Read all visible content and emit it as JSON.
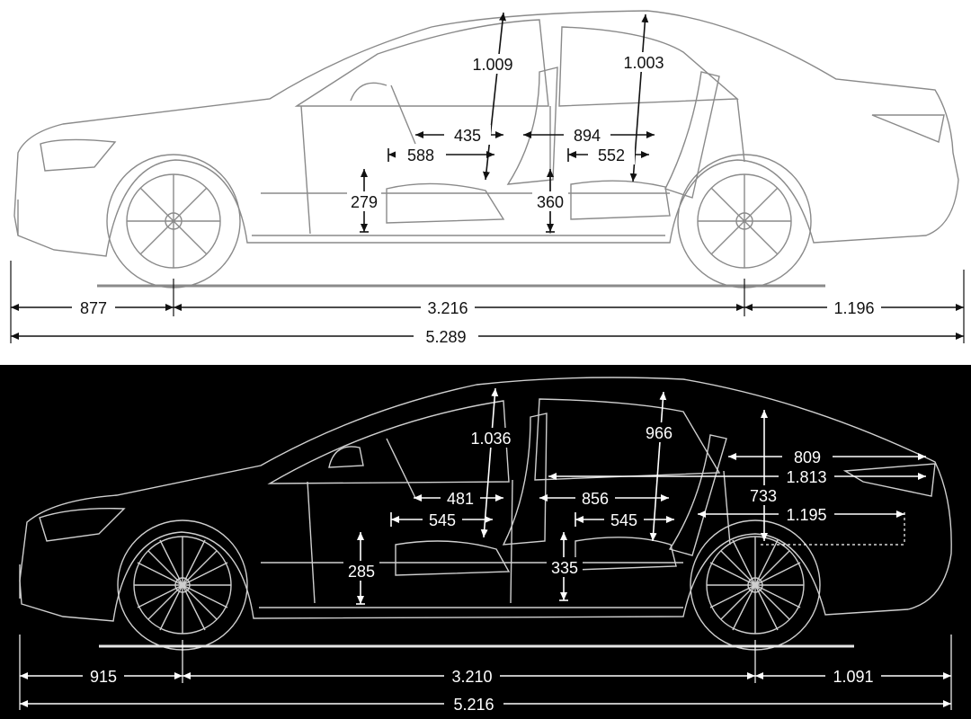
{
  "colors": {
    "top_background": "#ffffff",
    "top_car_line": "#8a8a8a",
    "top_dim_line": "#111111",
    "bottom_background": "#000000",
    "bottom_car_line": "#cfcfcf",
    "bottom_dim_line": "#ffffff"
  },
  "top_diagram": {
    "headroom_front": "1.009",
    "headroom_rear": "1.003",
    "seat_depth_front": "435",
    "legroom_front": "588",
    "seat_depth_rear": "894",
    "legroom_rear": "552",
    "seat_height_front": "279",
    "seat_height_rear": "360",
    "front_overhang": "877",
    "wheelbase": "3.216",
    "rear_overhang": "1.196",
    "overall_length": "5.289"
  },
  "bottom_diagram": {
    "headroom_front": "1.036",
    "headroom_rear": "966",
    "seat_depth_front": "481",
    "legroom_front": "545",
    "seat_depth_rear": "856",
    "legroom_rear": "545",
    "seat_height_front": "285",
    "seat_height_rear": "335",
    "trunk_length_upper": "809",
    "trunk_length_full": "1.813",
    "trunk_height": "733",
    "trunk_length_lower": "1.195",
    "front_overhang": "915",
    "wheelbase": "3.210",
    "rear_overhang": "1.091",
    "overall_length": "5.216"
  }
}
